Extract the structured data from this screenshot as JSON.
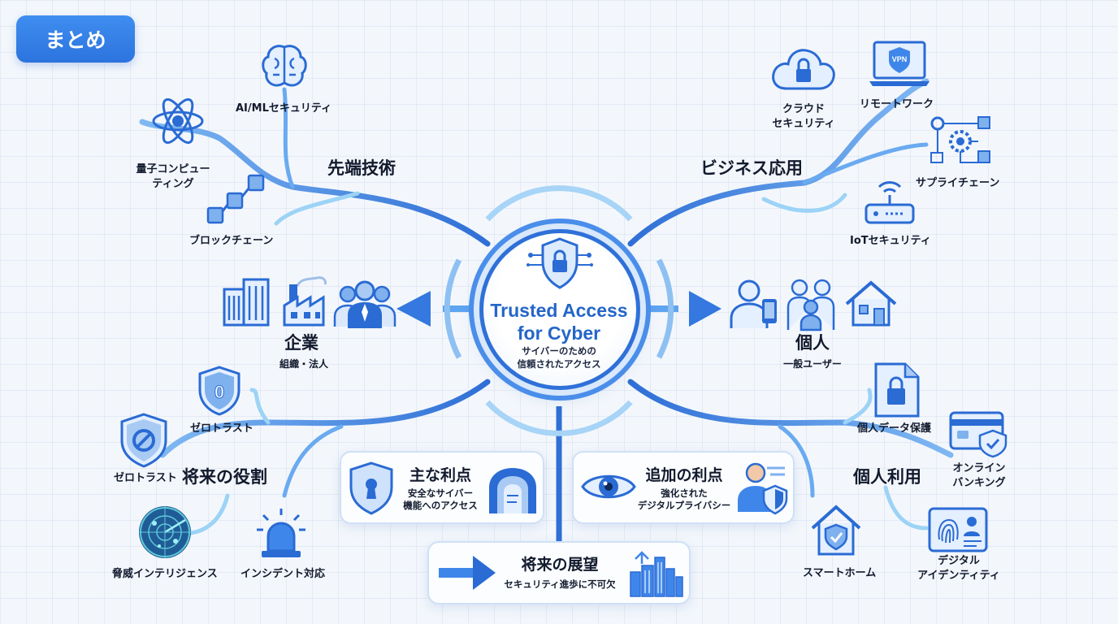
{
  "tag": "まとめ",
  "hub": {
    "title_line1": "Trusted Access",
    "title_line2": "for Cyber",
    "subtitle_line1": "サイバーのための",
    "subtitle_line2": "信頼されたアクセス"
  },
  "branches": {
    "advanced_tech": {
      "title": "先端技術",
      "items": [
        "AI/MLセキュリティ",
        "量子コンピュー",
        "ティング",
        "ブロックチェーン"
      ]
    },
    "business": {
      "title": "ビジネス応用",
      "items": [
        "クラウド",
        "セキュリティ",
        "リモートワーク",
        "サプライチェーン",
        "IoTセキュリティ"
      ]
    },
    "enterprise": {
      "title": "企業",
      "subtitle": "組織・法人"
    },
    "individual": {
      "title": "個人",
      "subtitle": "一般ユーザー"
    },
    "future_role": {
      "title": "将来の役割",
      "items": [
        "ゼロトラスト",
        "ゼロトラスト",
        "脅威インテリジェンス",
        "インシデント対応"
      ]
    },
    "personal_use": {
      "title": "個人利用",
      "items": [
        "個人データ保護",
        "オンライン",
        "バンキング",
        "スマートホーム",
        "デジタル",
        "アイデンティティ"
      ]
    }
  },
  "cards": {
    "main_benefits": {
      "title": "主な利点",
      "line1": "安全なサイバー",
      "line2": "機能へのアクセス"
    },
    "extra_benefits": {
      "title": "追加の利点",
      "line1": "強化された",
      "line2": "デジタルプライバシー"
    },
    "outlook": {
      "title": "将来の展望",
      "line1": "セキュリティ進歩に不可欠"
    }
  },
  "icons": {
    "vpn_text": "VPN",
    "zero_trust_digit": "0"
  },
  "colors": {
    "primary": "#2f70d8",
    "light_line": "#8fcff5",
    "accent": "#3f8ef0"
  }
}
